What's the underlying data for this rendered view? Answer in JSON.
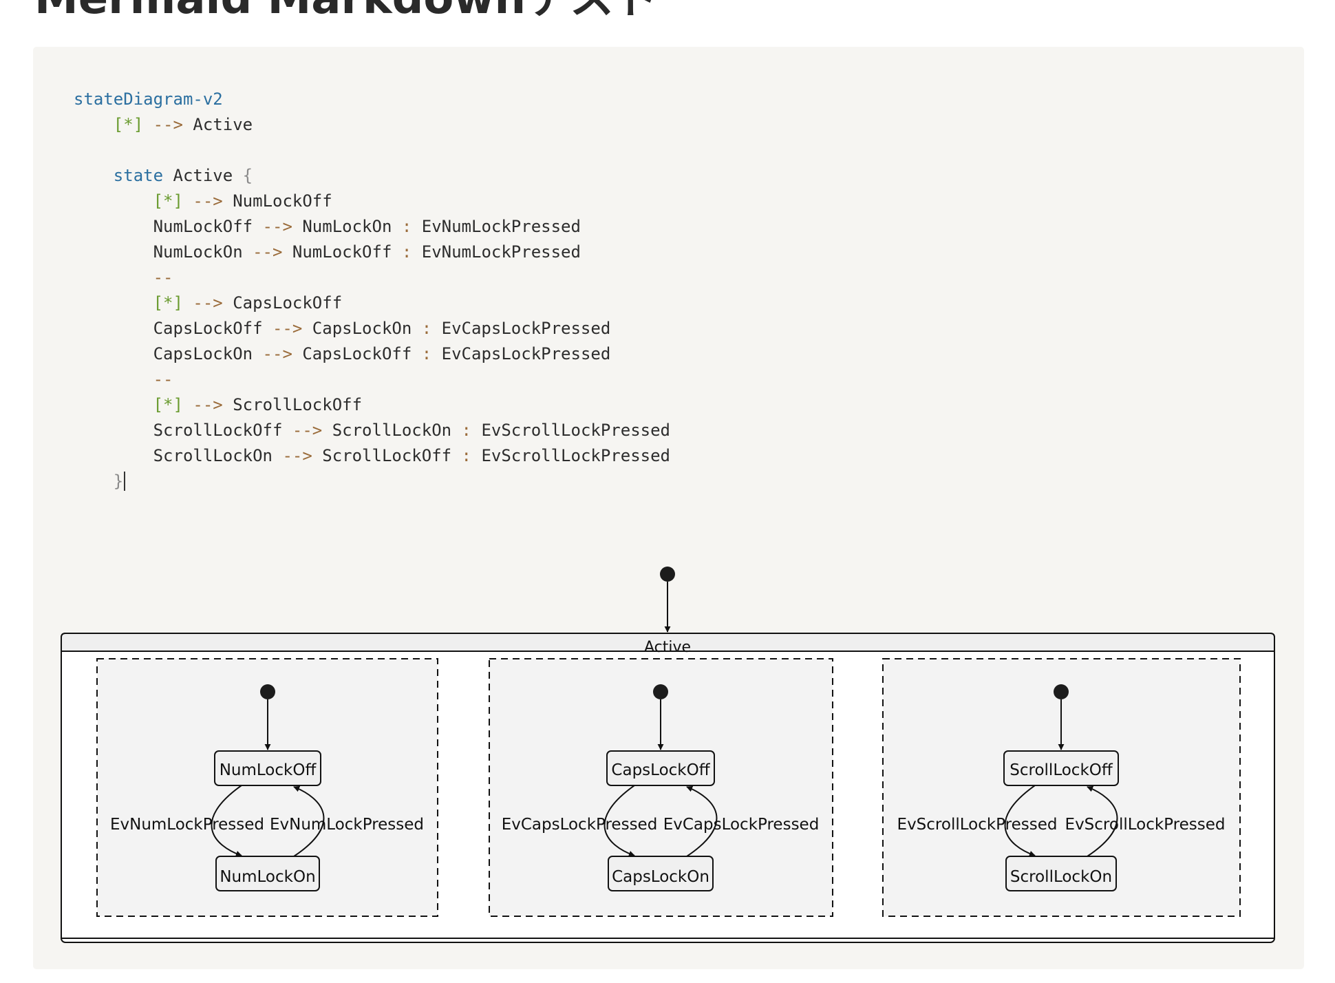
{
  "page": {
    "title": "Mermaid Markdownテスト"
  },
  "code": {
    "lines": [
      [
        {
          "t": "stateDiagram-v2",
          "c": "kw"
        }
      ],
      [
        {
          "t": "    "
        },
        {
          "t": "[*]",
          "c": "start"
        },
        {
          "t": " "
        },
        {
          "t": "-->",
          "c": "arrow"
        },
        {
          "t": " Active"
        }
      ],
      [],
      [
        {
          "t": "    "
        },
        {
          "t": "state",
          "c": "kw"
        },
        {
          "t": " Active "
        },
        {
          "t": "{",
          "c": "brace"
        }
      ],
      [
        {
          "t": "        "
        },
        {
          "t": "[*]",
          "c": "start"
        },
        {
          "t": " "
        },
        {
          "t": "-->",
          "c": "arrow"
        },
        {
          "t": " NumLockOff"
        }
      ],
      [
        {
          "t": "        NumLockOff "
        },
        {
          "t": "-->",
          "c": "arrow"
        },
        {
          "t": " NumLockOn "
        },
        {
          "t": ":",
          "c": "punct"
        },
        {
          "t": " EvNumLockPressed"
        }
      ],
      [
        {
          "t": "        NumLockOn "
        },
        {
          "t": "-->",
          "c": "arrow"
        },
        {
          "t": " NumLockOff "
        },
        {
          "t": ":",
          "c": "punct"
        },
        {
          "t": " EvNumLockPressed"
        }
      ],
      [
        {
          "t": "        "
        },
        {
          "t": "--",
          "c": "arrow"
        }
      ],
      [
        {
          "t": "        "
        },
        {
          "t": "[*]",
          "c": "start"
        },
        {
          "t": " "
        },
        {
          "t": "-->",
          "c": "arrow"
        },
        {
          "t": " CapsLockOff"
        }
      ],
      [
        {
          "t": "        CapsLockOff "
        },
        {
          "t": "-->",
          "c": "arrow"
        },
        {
          "t": " CapsLockOn "
        },
        {
          "t": ":",
          "c": "punct"
        },
        {
          "t": " EvCapsLockPressed"
        }
      ],
      [
        {
          "t": "        CapsLockOn "
        },
        {
          "t": "-->",
          "c": "arrow"
        },
        {
          "t": " CapsLockOff "
        },
        {
          "t": ":",
          "c": "punct"
        },
        {
          "t": " EvCapsLockPressed"
        }
      ],
      [
        {
          "t": "        "
        },
        {
          "t": "--",
          "c": "arrow"
        }
      ],
      [
        {
          "t": "        "
        },
        {
          "t": "[*]",
          "c": "start"
        },
        {
          "t": " "
        },
        {
          "t": "-->",
          "c": "arrow"
        },
        {
          "t": " ScrollLockOff"
        }
      ],
      [
        {
          "t": "        ScrollLockOff "
        },
        {
          "t": "-->",
          "c": "arrow"
        },
        {
          "t": " ScrollLockOn "
        },
        {
          "t": ":",
          "c": "punct"
        },
        {
          "t": " EvScrollLockPressed"
        }
      ],
      [
        {
          "t": "        ScrollLockOn "
        },
        {
          "t": "-->",
          "c": "arrow"
        },
        {
          "t": " ScrollLockOff "
        },
        {
          "t": ":",
          "c": "punct"
        },
        {
          "t": " EvScrollLockPressed"
        }
      ],
      [
        {
          "t": "    "
        },
        {
          "t": "}",
          "c": "brace"
        },
        {
          "t": "",
          "c": "caret"
        }
      ]
    ]
  },
  "diagram": {
    "composite_label": "Active",
    "regions": [
      {
        "off": "NumLockOff",
        "on": "NumLockOn",
        "event_to_on": "EvNumLockPressed",
        "event_to_off": "EvNumLockPressed"
      },
      {
        "off": "CapsLockOff",
        "on": "CapsLockOn",
        "event_to_on": "EvCapsLockPressed",
        "event_to_off": "EvCapsLockPressed"
      },
      {
        "off": "ScrollLockOff",
        "on": "ScrollLockOn",
        "event_to_on": "EvScrollLockPressed",
        "event_to_off": "EvScrollLockPressed"
      }
    ]
  }
}
